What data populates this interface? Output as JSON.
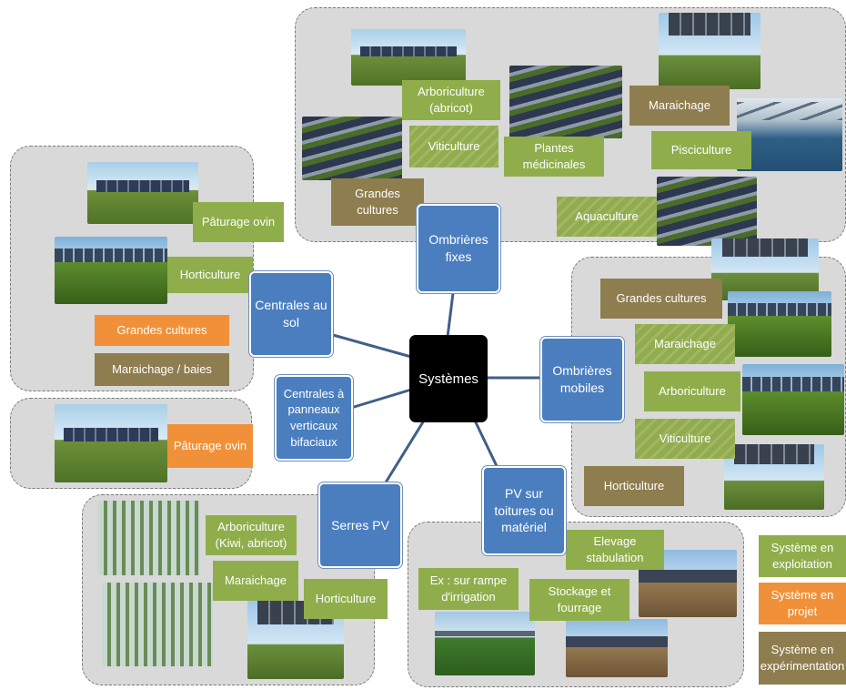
{
  "center": {
    "label": "Systèmes"
  },
  "nodes": {
    "fixes": "Ombrières fixes",
    "mobiles": "Ombrières mobiles",
    "sol": "Centrales au sol",
    "verticaux": "Centrales à panneaux verticaux bifaciaux",
    "serres": "Serres PV",
    "toitures": "PV sur toitures ou matériel"
  },
  "labels": {
    "arboriculture_abricot": "Arboriculture (abricot)",
    "viticulture_fixes": "Viticulture",
    "plantes_medicinales": "Plantes médicinales",
    "grandes_cultures_fixes": "Grandes cultures",
    "maraichage_fixes": "Maraichage",
    "pisciculture": "Pisciculture",
    "aquaculture": "Aquaculture",
    "paturage_ovin_sol": "Pâturage ovin",
    "horticulture_sol": "Horticulture",
    "grandes_cultures_sol": "Grandes cultures",
    "maraichage_baies": "Maraichage / baies",
    "paturage_ovin_vert": "Pâturage ovin",
    "grandes_cultures_mobiles": "Grandes cultures",
    "maraichage_mobiles": "Maraichage",
    "arboriculture_mobiles": "Arboriculture",
    "viticulture_mobiles": "Viticulture",
    "horticulture_mobiles": "Horticulture",
    "arboriculture_kiwi": "Arboriculture (Kiwi, abricot)",
    "maraichage_serres": "Maraichage",
    "horticulture_serres": "Horticulture",
    "elevage": "Elevage stabulation",
    "rampe": "Ex : sur rampe d'irrigation",
    "stockage": "Stockage et fourrage"
  },
  "legend": {
    "exploitation": "Système en exploitation",
    "projet": "Système en projet",
    "experimentation": "Système en expérimentation"
  },
  "colors": {
    "exploitation": "#8fae4b",
    "projet": "#f0913a",
    "experimentation": "#8e7d4f",
    "node": "#4a7ebf",
    "center": "#000000",
    "group": "#d9d9d9"
  }
}
